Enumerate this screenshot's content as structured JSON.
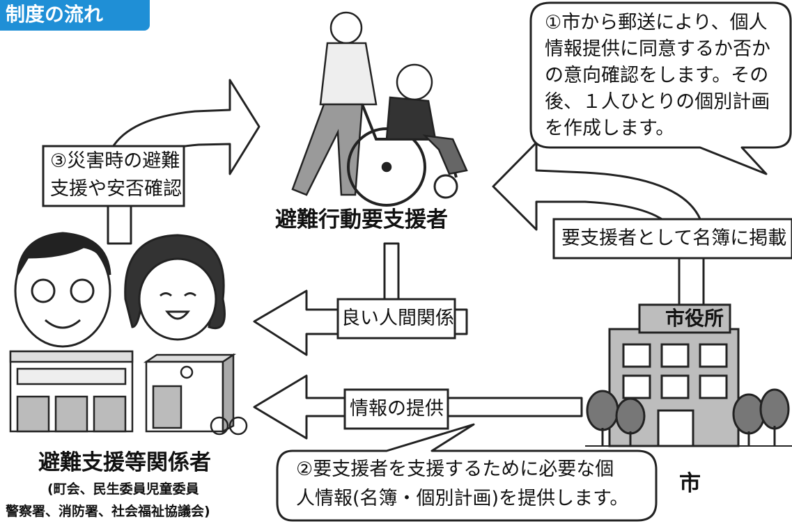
{
  "header": {
    "title": "制度の流れ"
  },
  "nodes": {
    "supporters": {
      "title": "避難支援等関係者",
      "sub1": "(町会、民生委員児童委員",
      "sub2": "警察署、消防署、社会福祉協議会)"
    },
    "person": {
      "label": "避難行動要支援者"
    },
    "city": {
      "label": "市",
      "building_sign": "市役所"
    }
  },
  "labels": {
    "disaster_support": [
      "③災害時の避難",
      "支援や安否確認"
    ],
    "register": "要支援者として名簿に掲載",
    "relationship": "良い人間関係",
    "info_provide": "情報の提供"
  },
  "bubbles": {
    "city_mail": [
      "①市から郵送により、個人",
      "情報提供に同意するか否か",
      "の意向確認をします。その",
      "後、１人ひとりの個別計画",
      "を作成します。"
    ],
    "provide_info": [
      "②要支援者を支援するために必要な個",
      "人情報(名簿・個別計画)を提供します。"
    ]
  }
}
